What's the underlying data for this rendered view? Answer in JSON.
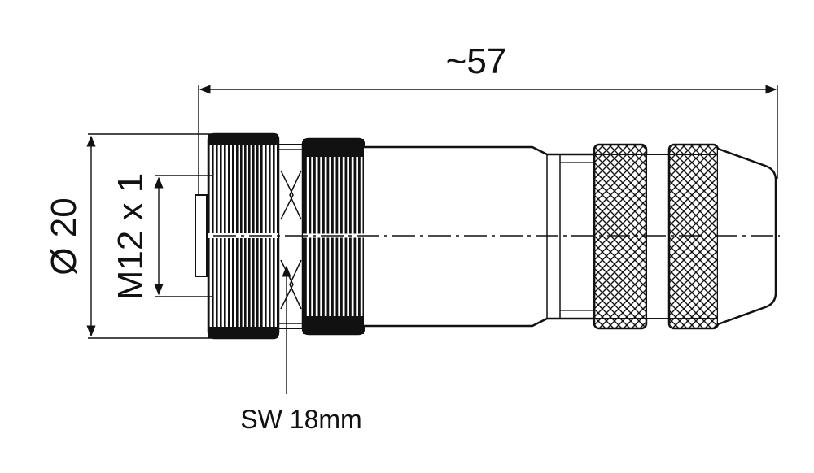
{
  "drawing": {
    "overall_length_label": "~57",
    "diameter_label": "Ø 20",
    "thread_label": "M12 x 1",
    "wrench_label": "SW 18mm"
  },
  "colors": {
    "line": "#111111",
    "background": "#ffffff"
  }
}
